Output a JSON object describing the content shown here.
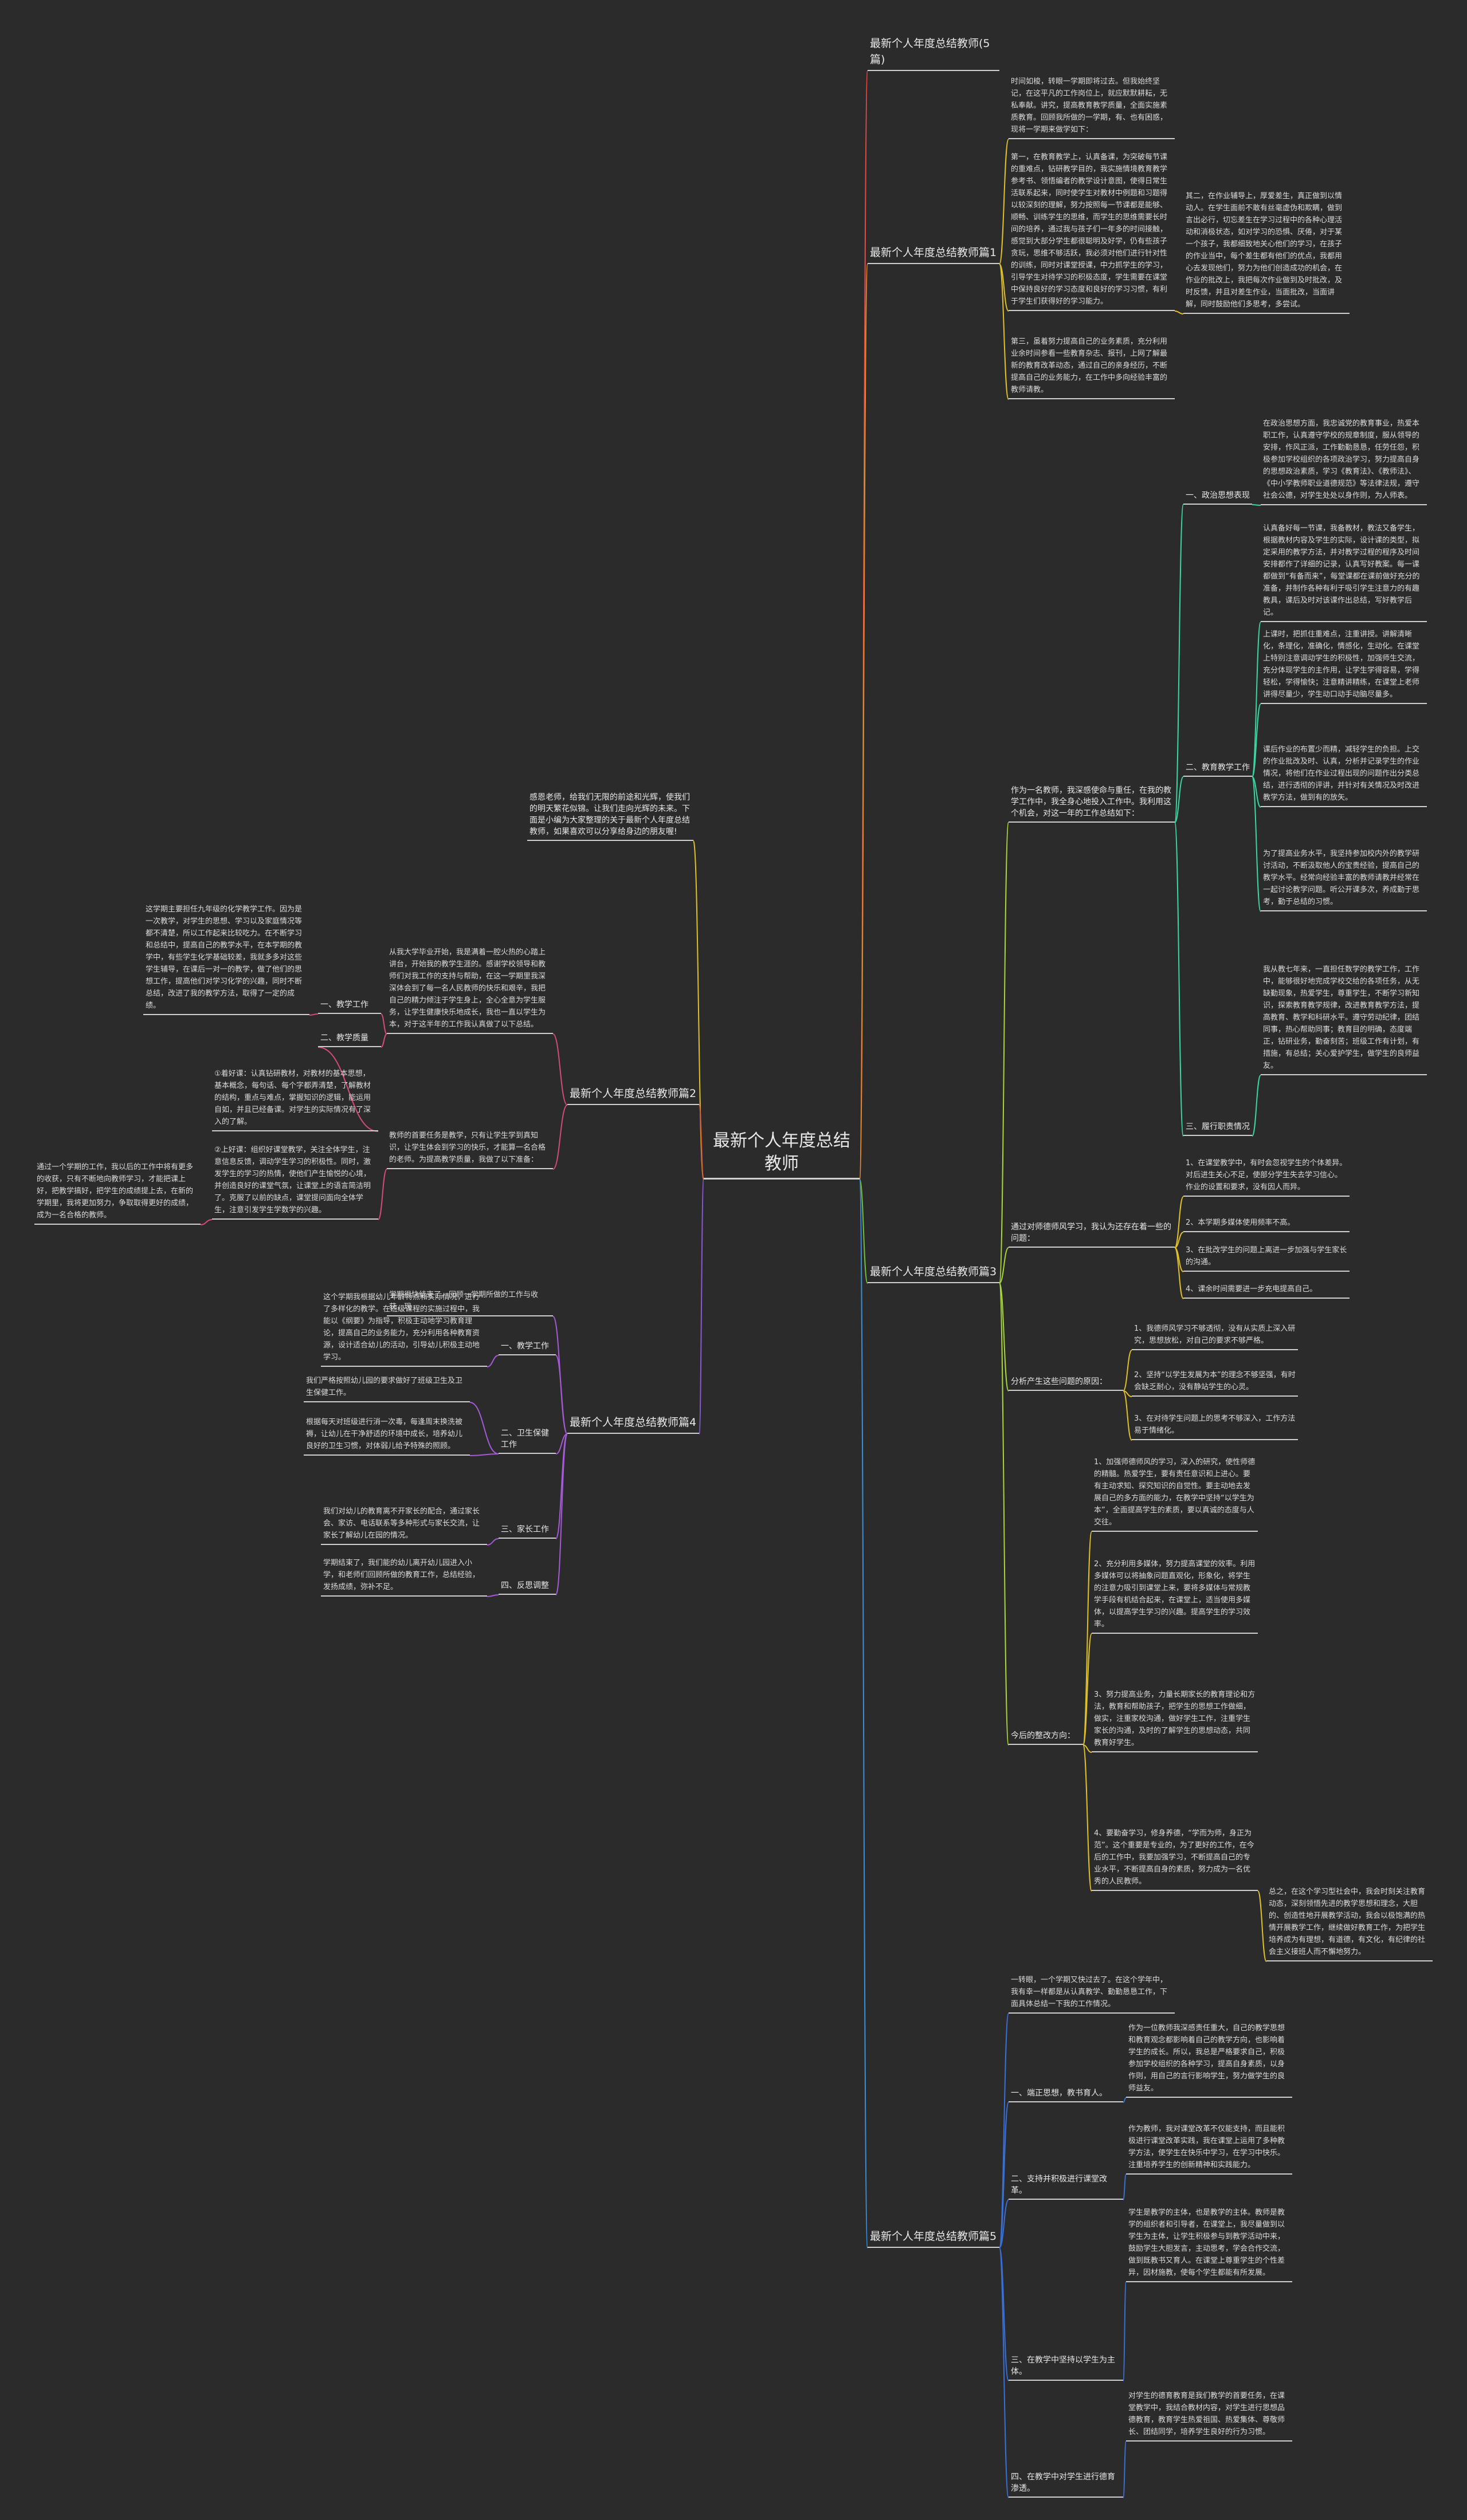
{
  "mindmap": {
    "root": "最新个人年度总结教师",
    "intro": "感恩老师，给我们无限的前途和光辉，使我们的明天繁花似锦。让我们走向光辉的未来。下面是小编为大家整理的关于最新个人年度总结教师，如果喜欢可以分享给身边的朋友喔!",
    "branch0": {
      "title": "最新个人年度总结教师(5篇)"
    },
    "branch1": {
      "title": "最新个人年度总结教师篇1",
      "p0": "时间如梭，转眼一学期即将过去。但我始终坚记，在这平凡的工作岗位上，就应默默耕耘，无私奉献。讲究，提高教育教学质量，全面实施素质教育。回顾我所做的一学期，有、也有困惑，现将一学期来做学如下：",
      "p1": "第一，在教育教学上，认真备课，为突破每节课的重难点，钻研教学目的，我实施情境教育教学参考书、领悟编者的教学设计意图，使得日常生活联系起来，同时使学生对教材中例题和习题得以较深刻的理解，努力按照每一节课都是能够、顺畅、训练学生的思维，而学生的思维需要长时间的培养，通过我与孩子们一年多的时间接触，感觉到大部分学生都很聪明及好学，仍有些孩子贪玩，思维不够活跃，我必须对他们进行针对性的训练，同时对课堂授课，中力抓学生的学习，引导学生对待学习的积极态度，学生需要在课堂中保持良好的学习态度和良好的学习习惯，有利于学生们获得好的学习能力。",
      "p2": "其二，在作业辅导上，厚爱差生，真正做到以情动人。在学生面前不敢有丝毫虚伪和欺瞒，做到言出必行，切忘差生在学习过程中的各种心理活动和消极状态，如对学习的恐惧、厌倦，对于某一个孩子，我都细致地关心他们的学习，在孩子的作业当中，每个差生都有他们的优点，我都用心去发现他们，努力为他们创造成功的机会，在作业的批改上，我把每次作业做到及时批改，及时反馈，并且对差生作业，当面批改，当面讲解，同时鼓励他们多思考，多尝试。",
      "p3": "第三，虽着努力提高自己的业务素质，充分利用业余时间参看一些教育杂志、报刊，上网了解最新的教育改革动态，通过自己的亲身经历，不断提高自己的业务能力，在工作中多向经验丰富的教师请教。"
    },
    "branch2": {
      "title": "最新个人年度总结教师篇2",
      "main": "从我大学毕业开始，我是满着一腔火热的心踏上讲台，开始我的教学生涯的。感谢学校领导和教师们对我工作的支持与帮助，在这一学期里我深深体会到了每一名人民教师的快乐和艰辛，我把自己的精力倾注于学生身上，全心全意为学生服务，让学生健康快乐地成长，我也一直以学生为本，对于这半年的工作我认真做了以下总结。",
      "s1": "一、教学工作",
      "s1_text": "这学期主要担任九年级的化学教学工作。因为是一次教学，对学生的思想、学习以及家庭情况等都不清楚，所以工作起来比较吃力。在不断学习和总结中，提高自己的教学水平，在本学期的教学中，有些学生化学基础较差，我就多多对这些学生辅导，在课后一对一的教学，做了他们的思想工作，提高他们对学习化学的兴趣，同时不断总结，改进了我的教学方法，取得了一定的成绩。",
      "s2": "二、教学质量",
      "s2_text1": "①着好课：认真钻研教材，对教材的基本思想，基本概念，每句话、每个字都弄清楚，了解教材的结构，重点与难点，掌握知识的逻辑，能运用自如，并且已经备课。对学生的实际情况有了深入的了解。",
      "s2_text2": "②上好课：组织好课堂教学，关注全体学生，注意信息反馈，调动学生学习的积极性。同时，激发学生的学习的热情，使他们产生愉悦的心境，并创造良好的课堂气氛，让课堂上的语言简洁明了。克服了以前的缺点，课堂提问面向全体学生，注意引发学生学数学的兴趣。",
      "s2_text3": "教师的首要任务是教学，只有让学生学到真知识，让学生体会到学习的快乐，才能算一名合格的老师。为提高教学质量，我做了以下准备：",
      "s2_text4": "通过一个学期的工作，我以后的工作中将有更多的收获，只有不断地向教师学习，才能把课上好，把教学搞好，把学生的成绩提上去，在新的学期里，我将更加努力，争取取得更好的成绩，成为一名合格的教师。"
    },
    "branch3": {
      "title": "最新个人年度总结教师篇3",
      "intro": "作为一名教师，我深感使命与重任，在我的教学工作中，我全身心地投入工作中。我利用这个机会，对这一年的工作总结如下：",
      "sub1": "一、政治思想表现",
      "sub1_text": "在政治思想方面，我忠诚党的教育事业，热爱本职工作，认真遵守学校的规章制度，服从领导的安排，作风正派，工作勤勤恳恳，任劳任怨，积极参加学校组织的各项政治学习，努力提高自身的思想政治素质，学习《教育法》、《教师法》、《中小学教师职业道德规范》等法律法规，遵守社会公德，对学生处处以身作则，为人师表。",
      "sub2": "二、教育教学工作",
      "sub2_text1": "认真备好每一节课，我备教材，教法又备学生，根据教材内容及学生的实际，设计课的类型，拟定采用的教学方法，并对教学过程的程序及时间安排都作了详细的记录，认真写好教案。每一课都做到“有备而来”，每堂课都在课前做好充分的准备，并制作各种有利于吸引学生注意力的有趣教具，课后及时对该课作出总结，写好教学后记。",
      "sub2_text2": "上课时，把抓住重难点，注重讲授。讲解清晰化，条理化，准确化，情感化，生动化。在课堂上特别注意调动学生的积极性，加强师生交流，充分体现学生的主作用，让学生学得容易，学得轻松，学得愉快；注意精讲精练，在课堂上老师讲得尽量少，学生动口动手动脑尽量多。",
      "sub2_text3": "课后作业的布置少而精，减轻学生的负担。上交的作业批改及时、认真，分析并记录学生的作业情况，将他们在作业过程出现的问题作出分类总结，进行透彻的评讲，并针对有关情况及时改进教学方法，做到有的放矢。",
      "sub2_text4": "为了提高业务水平，我坚持参加校内外的教学研讨活动，不断汲取他人的宝贵经验，提高自己的教学水平。经常向经验丰富的教师请教并经常在一起讨论教学问题。听公开课多次，养成勤于思考，勤于总结的习惯。",
      "sub3": "三、履行职责情况",
      "sub3_text": "我从教七年来，一直担任数学的教学工作，工作中，能够很好地完成学校交给的各项任务，从无缺勤现象，热爱学生，尊重学生，不断学习新知识，探索教育教学规律，改进教育教学方法，提高教育、教学和科研水平。遵守劳动纪律，团结同事，热心帮助同事；教育目的明确，态度端正，钻研业务，勤奋刻苦；班级工作有计划，有措施，有总结；关心爱护学生，做学生的良师益友。",
      "sub4": "通过对师德师风学习，我认为还存在着一些的问题：",
      "sub4_items": [
        "1、在课堂教学中，有时会忽视学生的个体差异。对后进生关心不足，使部分学生失去学习信心。作业的设置和要求，没有因人而异。",
        "2、本学期多媒体使用频率不高。",
        "3、在批改学生的问题上离进一步加强与学生家长的沟通。",
        "4、课余时间需要进一步充电提高自己。"
      ],
      "sub5": "分析产生这些问题的原因：",
      "sub5_items": [
        "1、我德师风学习不够透彻，没有从实质上深入研究，思想放松，对自己的要求不够严格。",
        "2、坚持“以学生发展为本”的理念不够坚强，有时会缺乏耐心，没有静站学生的心灵。",
        "3、在对待学生问题上的思考不够深入，工作方法易于情绪化。"
      ],
      "sub6": "今后的整改方向：",
      "sub6_items": [
        "1、加强师德师风的学习，深入的研究，使性师德的精髓。热爱学生，要有责任意识和上进心。要有主动求知、探究知识的自觉性。要主动地去发展自己的多方面的能力，在教学中坚持“以学生为本”，全面提高学生的素质，要以真诚的态度与人交往。",
        "2、充分利用多媒体，努力提高课堂的效率。利用多媒体可以将抽象问题直观化，形象化，将学生的注意力吸引到课堂上来，要将多媒体与常规教学手段有机结合起来，在课堂上，适当使用多媒体，以提高学生学习的兴趣。提高学生的学习效率。",
        "3、努力提高业务，力量长期家长的教育理论和方法，教育和帮助孩子，把学生的思想工作做细，做实，注重家校沟通，做好学生工作，注重学生家长的沟通，及时的了解学生的思想动态，共同教育好学生。",
        "4、要勤奋学习，修身养德，“学而为师，身正为范”。这个重要是专业的，为了更好的工作，在今后的工作中，我要加强学习，不断提高自己的专业水平，不断提高自身的素质，努力成为一名优秀的人民教师。"
      ],
      "sub6_summary": "总之，在这个学习型社会中，我会时刻关注教育动态，深刻领悟先进的教学思想和理念，大胆的、创造性地开展教学活动，我会以极饱满的热情开展教学工作，继续做好教育工作，为把学生培养成为有理想，有道德，有文化，有纪律的社会主义接班人而不懈地努力。"
    },
    "branch4": {
      "title": "最新个人年度总结教师篇4",
      "intro": "学期很快结束了。回顾一学期所做的工作与收获，现",
      "s1": "一、教学工作",
      "s1_text": "这个学期我根据幼儿年龄特点和实际情况，进行了多样化的教学。在班级课程的实施过程中，我能以《纲要》为指导，积极主动地学习教育理论，提高自己的业务能力，充分利用各种教育资源，设计适合幼儿的活动，引导幼儿积极主动地学习。",
      "s2": "二、卫生保健工作",
      "s2_text1": "我们严格按照幼儿园的要求做好了班级卫生及卫生保健工作。",
      "s2_text2": "根据每天对班级进行消一次毒，每逢周末换洗被褥，让幼儿在干净舒适的环境中成长，培养幼儿良好的卫生习惯，对体弱儿给予特殊的照顾。",
      "s3": "三、家长工作",
      "s3_text": "我们对幼儿的教育离不开家长的配合，通过家长会、家访、电话联系等多种形式与家长交流，让家长了解幼儿在园的情况。",
      "s4": "四、反思调整",
      "s4_text": "学期结束了，我们能的幼儿离开幼儿园进入小学，和老师们回顾所做的教育工作，总结经验，发扬成绩，弥补不足。"
    },
    "branch5": {
      "title": "最新个人年度总结教师篇5",
      "intro": "一转眼，一个学期又快过去了。在这个学年中，我有幸一样都是从认真教学、勤勤恳恳工作，下面具体总结一下我的工作情况。",
      "s1": "一、端正思想，教书育人。",
      "s1_text": "作为一位教师我深感责任重大，自己的教学思想和教育观念都影响着自己的教学方向，也影响着学生的成长。所以，我总是严格要求自己，积极参加学校组织的各种学习，提高自身素质，以身作则，用自己的言行影响学生，努力做学生的良师益友。",
      "s2": "二、支持并积极进行课堂改革。",
      "s2_text": "作为教师，我对课堂改革不仅能支持，而且能积极进行课堂改革实践，我在课堂上运用了多种教学方法，使学生在快乐中学习，在学习中快乐。注重培养学生的创新精神和实践能力。",
      "s3": "三、在教学中坚持以学生为主体。",
      "s3_text": "学生是教学的主体，也是教学的主体。教师是教学的组织者和引导者，在课堂上，我尽量做到以学生为主体，让学生积极参与到教学活动中来，鼓励学生大胆发言，主动思考，学会合作交流，做到既教书又育人。在课堂上尊重学生的个性差异，因材施教，使每个学生都能有所发展。",
      "s4": "四、在教学中对学生进行德育渗透。",
      "s4_text": "对学生的德育教育是我们教学的首要任务，在课堂教学中，我结合教材内容，对学生进行思想品德教育，教育学生热爱祖国、热爱集体、尊敬师长、团结同学，培养学生良好的行为习惯。"
    }
  }
}
